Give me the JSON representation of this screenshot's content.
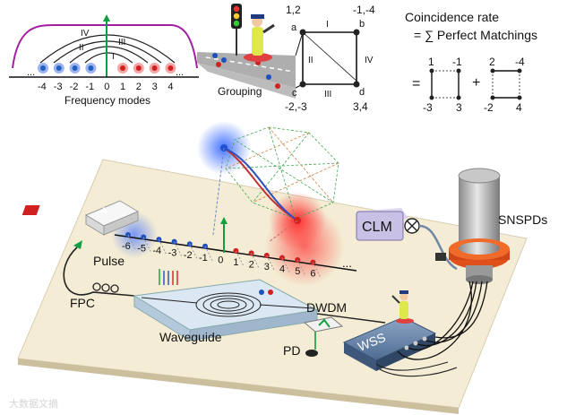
{
  "top_left": {
    "axis_caption": "Frequency modes",
    "ticks": [
      "-4",
      "-3",
      "-2",
      "-1",
      "0",
      "1",
      "2",
      "3",
      "4"
    ],
    "ellipsis_left": "...",
    "ellipsis_right": "...",
    "arc_labels": [
      "IV",
      "III",
      "II",
      "I"
    ],
    "colors": {
      "envelope": "#a020a0",
      "blue_mode": "#2060c0",
      "red_mode": "#d02020",
      "center": "#10a040"
    }
  },
  "grouping": {
    "caption": "Grouping",
    "vertex_a": "a",
    "vertex_b": "b",
    "vertex_c": "c",
    "vertex_d": "d",
    "pair_a": "1,2",
    "pair_b": "-1,-4",
    "pair_c": "-2,-3",
    "pair_d": "3,4",
    "edge_labels": [
      "I",
      "II",
      "III",
      "IV"
    ]
  },
  "coincidence": {
    "title": "Coincidence rate",
    "formula": "= ∑ Perfect Matchings",
    "equals": "=",
    "plus": "+",
    "m1": {
      "tl": "1",
      "tr": "-1",
      "bl": "-3",
      "br": "3"
    },
    "m2": {
      "tl": "2",
      "tr": "-4",
      "bl": "-2",
      "br": "4"
    }
  },
  "setup": {
    "pulse": "Pulse",
    "fpc": "FPC",
    "waveguide": "Waveguide",
    "dwdm": "DWDM",
    "pd": "PD",
    "wss": "WSS",
    "clm": "CLM",
    "snspds": "SNSPDs",
    "mode_ticks": [
      "-6",
      "-5",
      "-4",
      "-3",
      "-2",
      "-1",
      "0",
      "1",
      "2",
      "3",
      "4",
      "5",
      "6"
    ],
    "ellipsis": "...",
    "watermark": "大数据文摘"
  }
}
